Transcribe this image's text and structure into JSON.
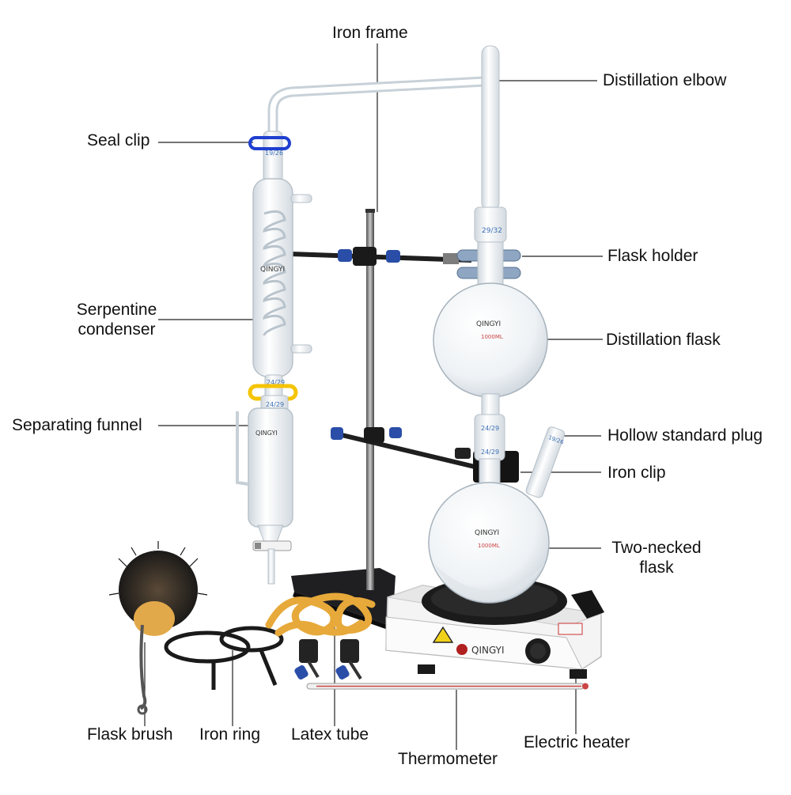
{
  "brand": "QINGYI",
  "joints": {
    "top_left": "19/26",
    "condenser_bottom": "24/29",
    "funnel_top": "24/29",
    "elbow": "29/32",
    "flask_bottom": "24/29",
    "two_neck_center": "24/29",
    "two_neck_side": "19/26"
  },
  "flask_marks": {
    "distillation": "1000ML",
    "two_necked": "1000ML"
  },
  "labels": {
    "iron_frame": "Iron frame",
    "distillation_elbow": "Distillation elbow",
    "seal_clip": "Seal clip",
    "flask_holder": "Flask holder",
    "serpentine_condenser_1": "Serpentine",
    "serpentine_condenser_2": "condenser",
    "distillation_flask": "Distillation flask",
    "separating_funnel": "Separating funnel",
    "hollow_standard_plug": "Hollow standard plug",
    "iron_clip": "Iron clip",
    "two_necked_flask_1": "Two-necked",
    "two_necked_flask_2": "flask",
    "flask_brush": "Flask brush",
    "iron_ring": "Iron ring",
    "latex_tube": "Latex tube",
    "thermometer": "Thermometer",
    "electric_heater": "Electric heater"
  },
  "colors": {
    "glass": "#e9eef2",
    "glass_edge": "#9aa6b0",
    "iron": "#2b2b2b",
    "seal_clip_blue": "#1f3fd0",
    "seal_clip_yellow": "#f5c400",
    "latex": "#e7a93a",
    "knob_blue": "#2a4ea8"
  }
}
